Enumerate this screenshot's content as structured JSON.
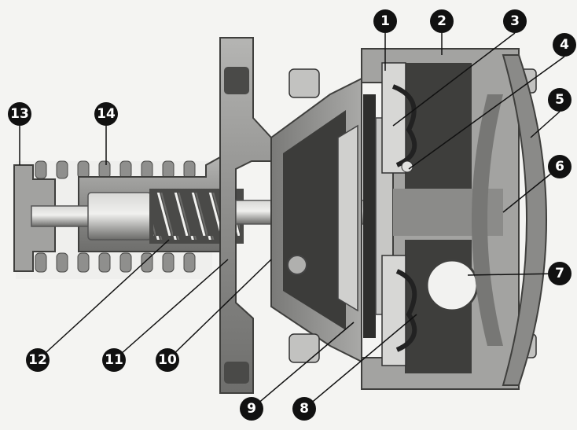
{
  "callouts": [
    "1",
    "2",
    "3",
    "4",
    "5",
    "6",
    "7",
    "8",
    "9",
    "10",
    "11",
    "12",
    "13",
    "14"
  ],
  "colors": {
    "background": "#f4f4f2",
    "housing": "#9a9a98",
    "housing_dark": "#5c5c5a",
    "housing_light": "#c9c9c7",
    "cavity": "#3e3e3c",
    "spring": "#8e8e8c",
    "callout_fill": "#111111",
    "callout_text": "#ffffff"
  }
}
